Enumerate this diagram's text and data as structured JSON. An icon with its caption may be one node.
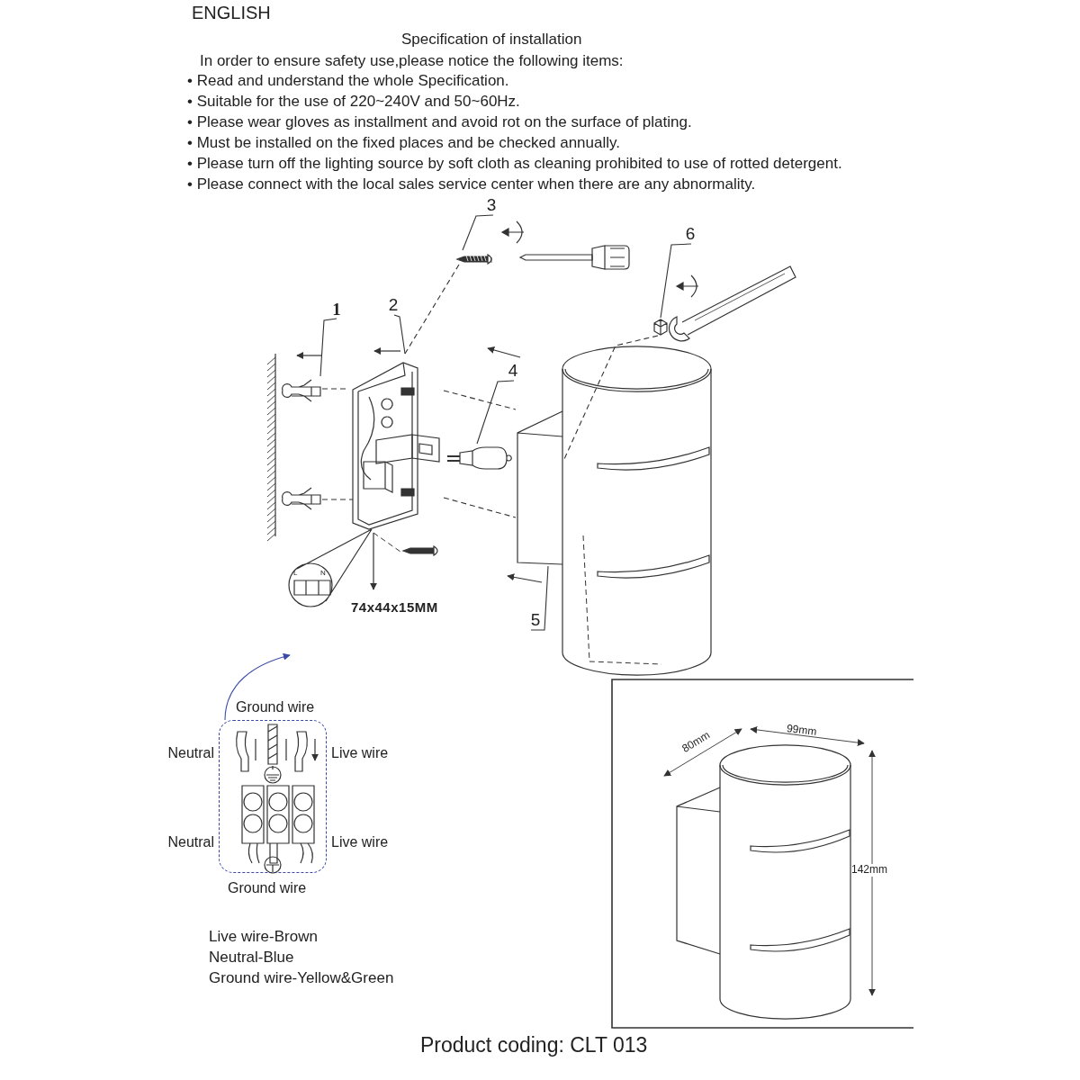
{
  "diagram": {
    "title": "Specification of installation",
    "caption": "Product coding: CLT 013",
    "nodes": [
      {
        "text": [
          "1"
        ]
      },
      {
        "text": [
          "2"
        ]
      },
      {
        "text": [
          "3"
        ]
      },
      {
        "text": [
          "4"
        ]
      },
      {
        "text": [
          "5"
        ]
      },
      {
        "text": [
          "6"
        ]
      },
      {
        "text": [],
        "shape": "picture"
      },
      {
        "text": [],
        "shape": "picture"
      },
      {
        "text": [],
        "shape": "picture"
      },
      {
        "text": [],
        "shape": "picture"
      },
      {
        "text": [],
        "shape": "picture"
      },
      {
        "text": [],
        "shape": "picture"
      },
      {
        "text": [],
        "shape": "box"
      }
    ],
    "edges": [
      {
        "from": 0,
        "to": 6,
        "arrow": "none"
      },
      {
        "from": 1,
        "to": 7,
        "arrow": "none"
      },
      {
        "from": 2,
        "to": 8,
        "arrow": "none"
      },
      {
        "from": 3,
        "to": 9,
        "arrow": "none"
      },
      {
        "from": 4,
        "to": 10,
        "arrow": "none"
      },
      {
        "from": 5,
        "to": 11,
        "arrow": "none"
      },
      {
        "from": 12,
        "to": null,
        "arrow": "to",
        "color": "#3a4aa8"
      },
      {
        "from": 6,
        "to": 7,
        "arrow": "none",
        "style": "dashed"
      },
      {
        "from": 8,
        "to": 7,
        "arrow": "none",
        "style": "dashed"
      },
      {
        "from": 7,
        "to": 10,
        "arrow": "none",
        "style": "dashed"
      },
      {
        "from": 7,
        "to": 10,
        "arrow": "none",
        "style": "dashed"
      },
      {
        "from": 11,
        "to": 10,
        "arrow": "none",
        "style": "dashed"
      }
    ],
    "labels": [
      "ENGLISH",
      "In order to ensure safety use,please notice the following items:",
      "• Read and understand the whole Specification.",
      "• Suitable for the use of 220~240V and 50~60Hz.",
      "• Please wear gloves as installment and avoid rot on the surface of plating.",
      "• Must be installed on the fixed places and be checked annually.",
      "• Please turn off the lighting source by soft cloth as cleaning prohibited to use of rotted detergent.",
      "• Please connect with the local sales service center when there are any abnormality.",
      "L",
      "N",
      "74x44x15MM",
      "Ground wire",
      "Neutral",
      "Live wire",
      "Neutral",
      "Live wire",
      "Ground wire",
      "Live wire-Brown",
      "Neutral-Blue",
      "Ground wire-Yellow&Green",
      "80mm",
      "99mm",
      "142mm"
    ]
  }
}
